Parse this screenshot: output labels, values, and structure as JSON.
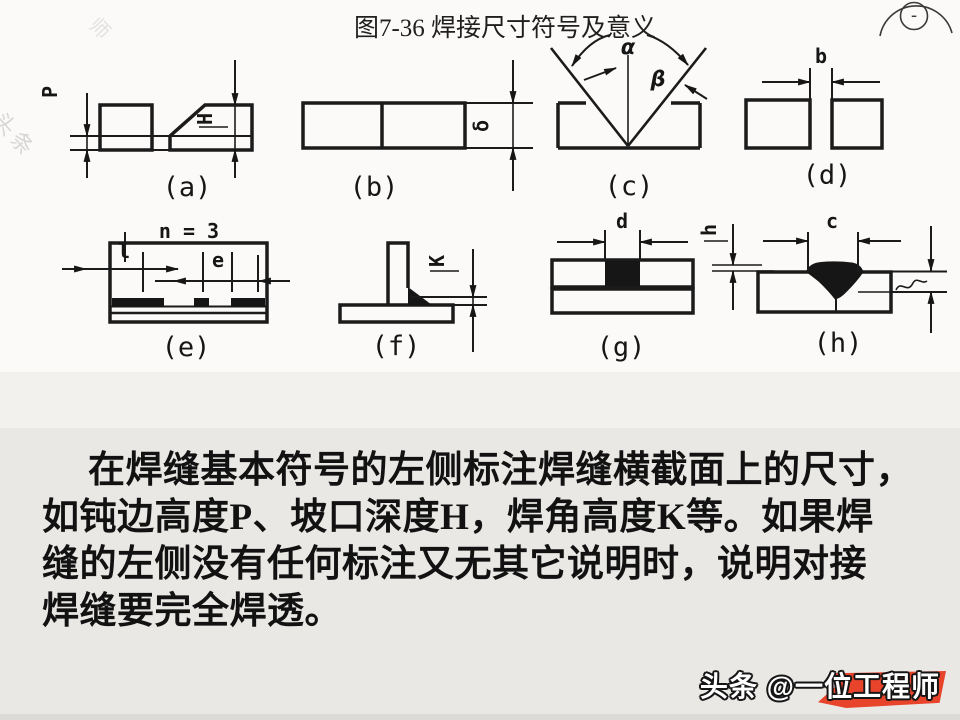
{
  "slide": {
    "caption": "图7-36 焊接尺寸符号及意义",
    "body_lines": [
      "在焊缝基本符号的左侧标注焊缝横截面上的尺寸，",
      "如钝边高度P、坡口深度H，焊角高度K等。如果焊",
      "缝的左侧没有任何标注又无其它说明时，说明对接",
      "焊缝要完全焊透。"
    ]
  },
  "figure": {
    "diagram_labels": [
      "(a)",
      "(b)",
      "(c)",
      "(d)",
      "(e)",
      "(f)",
      "(g)",
      "(h)"
    ],
    "symbols": {
      "a_p": "P",
      "a_h": "H",
      "b_delta": "δ",
      "c_alpha": "α",
      "c_beta": "β",
      "d_b": "b",
      "e_n": "n = 3",
      "e_l": "l",
      "e_e": "e",
      "f_k": "K",
      "g_d": "d",
      "h_h": "h",
      "h_c": "c"
    }
  },
  "watermarks": {
    "bottom_right": "头条 @一位工程师",
    "left_vertical": "头条",
    "top_faint": "师",
    "accent_red": "#e8432b"
  },
  "logo": {
    "symbol": "-"
  }
}
